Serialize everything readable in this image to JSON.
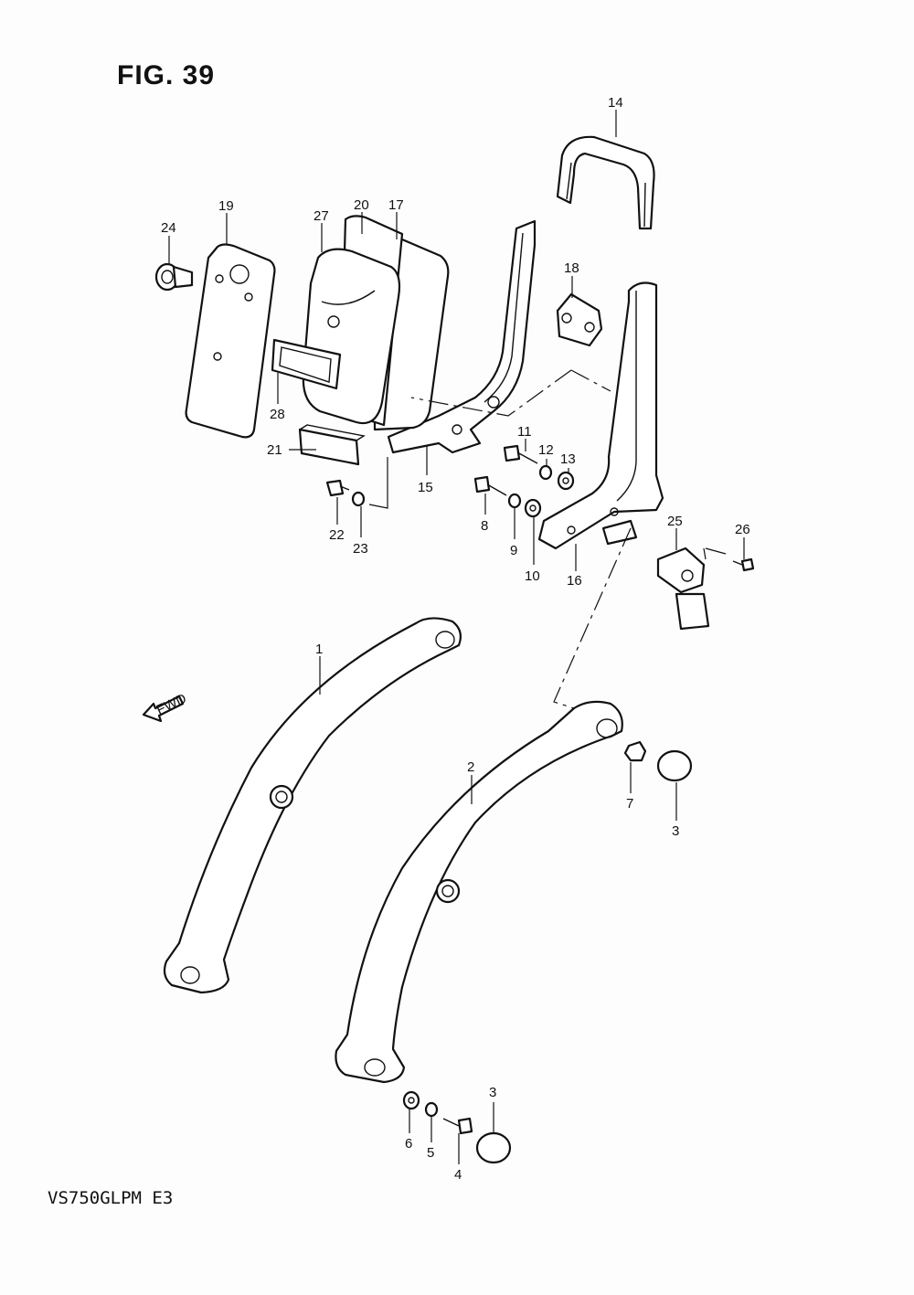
{
  "figure_title": "FIG. 39",
  "model_code": "VS750GLPM E3",
  "fwd_label": "FWD",
  "callouts": {
    "p1": "1",
    "p2": "2",
    "p3a": "3",
    "p3b": "3",
    "p4": "4",
    "p5": "5",
    "p6": "6",
    "p7": "7",
    "p8": "8",
    "p9": "9",
    "p10": "10",
    "p11": "11",
    "p12": "12",
    "p13": "13",
    "p14": "14",
    "p15": "15",
    "p16": "16",
    "p17": "17",
    "p18": "18",
    "p19": "19",
    "p20": "20",
    "p21": "21",
    "p22": "22",
    "p23": "23",
    "p24": "24",
    "p25": "25",
    "p26": "26",
    "p27": "27",
    "p28": "28"
  }
}
